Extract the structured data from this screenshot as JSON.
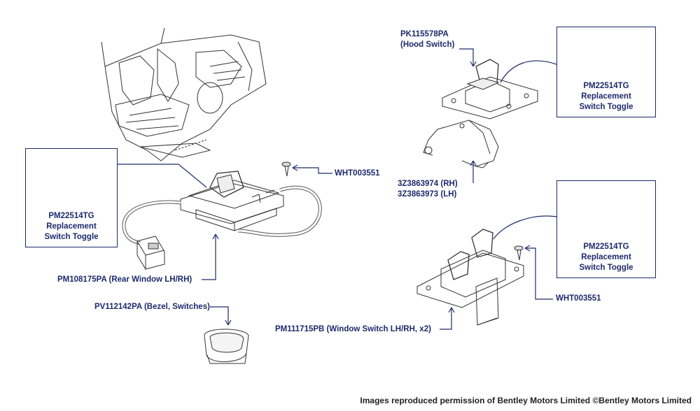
{
  "labels": {
    "hood_switch_part": "PK115578PA",
    "hood_switch_desc": "(Hood Switch)",
    "toggle_top_part": "PM22514TG",
    "toggle_top_l1": "Replacement",
    "toggle_top_l2": "Switch Toggle",
    "bracket_rh": "3Z3863974 (RH)",
    "bracket_lh": "3Z3863973 (LH)",
    "screw_top": "WHT003551",
    "toggle_left_part": "PM22514TG",
    "toggle_left_l1": "Replacement",
    "toggle_left_l2": "Switch Toggle",
    "rear_window": "PM108175PA (Rear Window LH/RH)",
    "bezel": "PV112142PA (Bezel, Switches)",
    "toggle_right_part": "PM22514TG",
    "toggle_right_l1": "Replacement",
    "toggle_right_l2": "Switch Toggle",
    "screw_right": "WHT003551",
    "window_switch": "PM111715PB (Window Switch LH/RH, x2)"
  },
  "credit": "Images reproduced permission of Bentley Motors Limited ©Bentley Motors Limited",
  "colors": {
    "label": "#1d2a6b",
    "toggle_green": "#3fd14a",
    "plate_dark": "#3a3a3a"
  }
}
